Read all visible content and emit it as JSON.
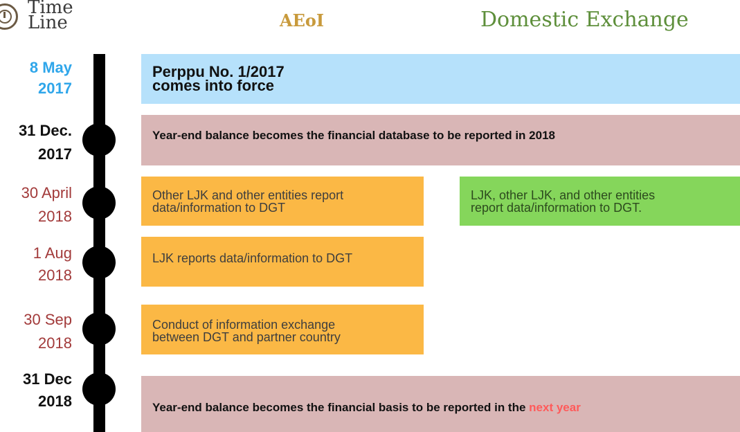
{
  "logo": {
    "title_line1": "Time",
    "title_line2": "Line"
  },
  "headers": {
    "aeoi": "AEoI",
    "domestic": "Domestic Exchange"
  },
  "colors": {
    "date_blue": "#2fa6ea",
    "date_red": "#a23a3a",
    "box_blue": "#b6e1fb",
    "box_pink": "#d9b6b6",
    "box_orange": "#fbb845",
    "box_green": "#85d65b",
    "accent_red": "#ff5a5a"
  },
  "timeline": [
    {
      "date_line1": "8 May",
      "date_line2": "2017"
    },
    {
      "date_line1": "31 Dec.",
      "date_line2": "2017"
    },
    {
      "date_line1": "30 April",
      "date_line2": "2018"
    },
    {
      "date_line1": "1 Aug",
      "date_line2": "2018"
    },
    {
      "date_line1": "30 Sep",
      "date_line2": "2018"
    },
    {
      "date_line1": "31 Dec",
      "date_line2": "2018"
    }
  ],
  "boxes": {
    "perppu_line1": "Perppu No. 1/2017",
    "perppu_line2": "comes into force",
    "yearend_2017": "Year-end balance becomes the financial database to be reported in 2018",
    "aeoi_apr_line1": "Other LJK and other entities report",
    "aeoi_apr_line2": "data/information to DGT",
    "dom_apr_line1": "LJK, other LJK, and other entities",
    "dom_apr_line2": "report data/information to DGT.",
    "aeoi_aug": "LJK reports data/information to DGT",
    "aeoi_sep_line1": "Conduct of information exchange",
    "aeoi_sep_line2": "between DGT and partner country",
    "yearend_2018_main": "Year-end balance becomes the financial basis to be reported in the ",
    "yearend_2018_accent": "next year"
  }
}
